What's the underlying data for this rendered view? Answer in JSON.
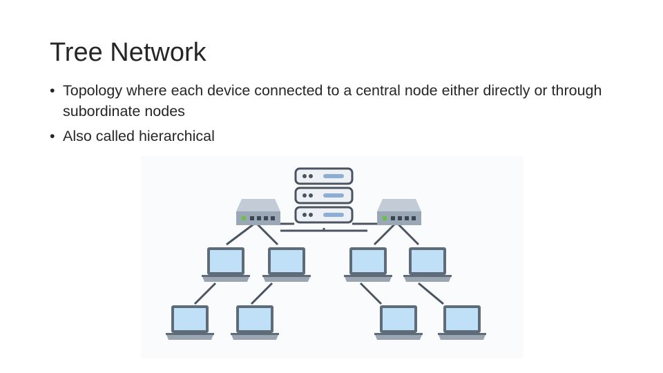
{
  "slide": {
    "title": "Tree Network",
    "bullets": [
      "Topology where each device connected to a central node either directly or through subordinate nodes",
      "Also called hierarchical"
    ]
  },
  "diagram": {
    "colors": {
      "line": "#4a5460",
      "server_body": "#edf1f5",
      "server_border": "#4a5460",
      "server_bar": "#8eadd3",
      "switch_body": "#9aa8b6",
      "switch_top": "#c3ccd6",
      "switch_port": "#3a4652",
      "switch_led": "#6cc04a",
      "laptop_frame": "#5e6b78",
      "laptop_screen": "#bfe0f7",
      "laptop_base": "#9aa5b1"
    },
    "icons": {
      "server": "server-stack-icon",
      "switch": "network-switch-icon",
      "laptop": "laptop-icon"
    }
  }
}
